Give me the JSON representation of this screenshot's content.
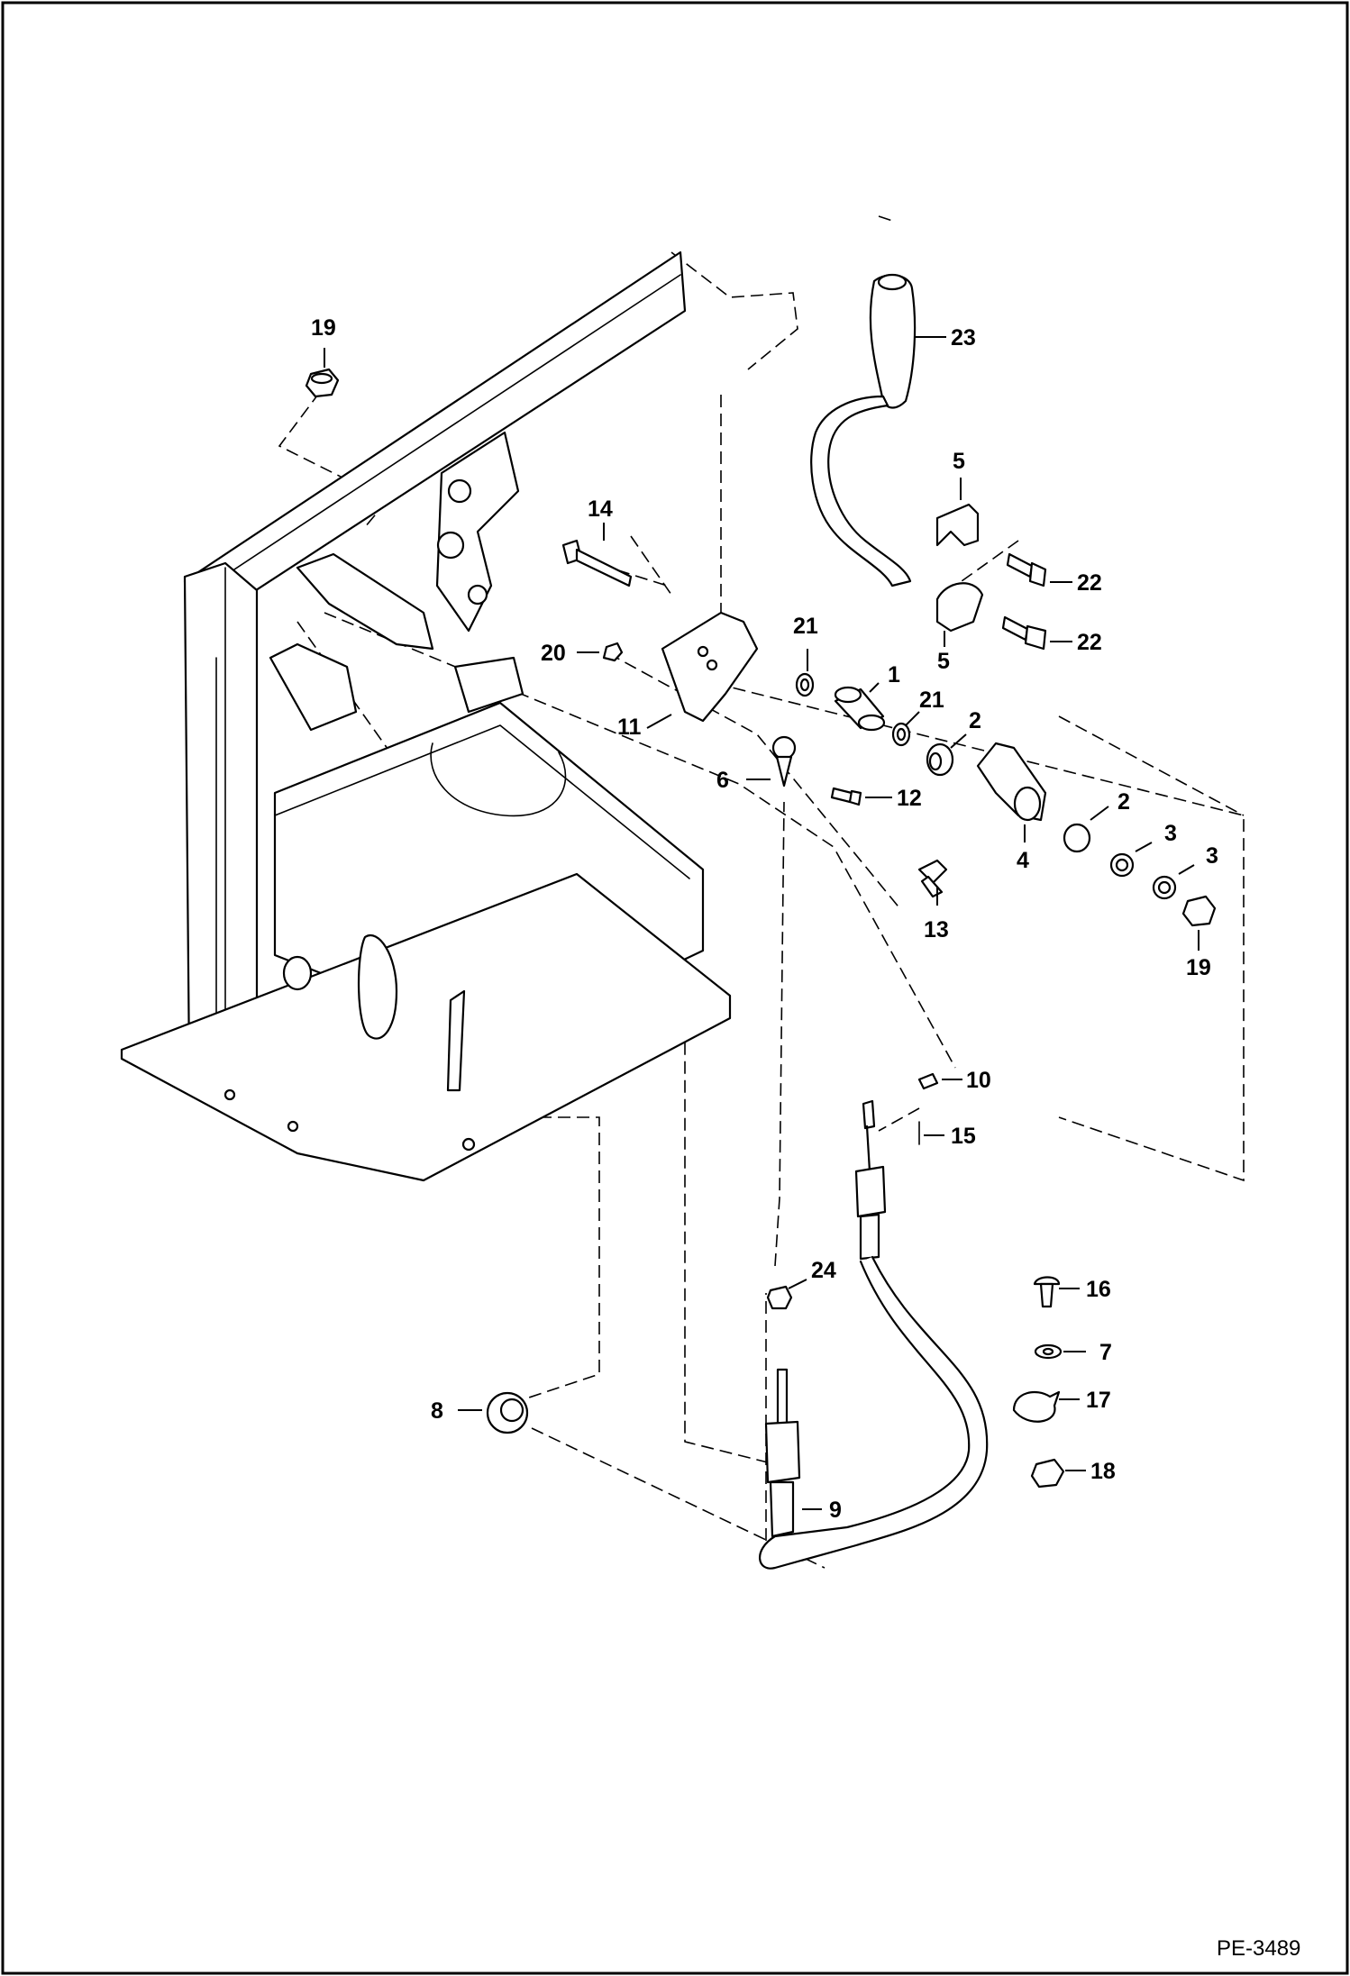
{
  "drawing": {
    "id_label": "PE-3489"
  },
  "callouts": [
    {
      "key": "c19a",
      "label": "19"
    },
    {
      "key": "c23",
      "label": "23"
    },
    {
      "key": "c14",
      "label": "14"
    },
    {
      "key": "c5a",
      "label": "5"
    },
    {
      "key": "c22a",
      "label": "22"
    },
    {
      "key": "c22b",
      "label": "22"
    },
    {
      "key": "c5b",
      "label": "5"
    },
    {
      "key": "c21a",
      "label": "21"
    },
    {
      "key": "c20",
      "label": "20"
    },
    {
      "key": "c1",
      "label": "1"
    },
    {
      "key": "c11",
      "label": "11"
    },
    {
      "key": "c21b",
      "label": "21"
    },
    {
      "key": "c2a",
      "label": "2"
    },
    {
      "key": "c6",
      "label": "6"
    },
    {
      "key": "c12",
      "label": "12"
    },
    {
      "key": "c2b",
      "label": "2"
    },
    {
      "key": "c4",
      "label": "4"
    },
    {
      "key": "c3a",
      "label": "3"
    },
    {
      "key": "c3b",
      "label": "3"
    },
    {
      "key": "c13",
      "label": "13"
    },
    {
      "key": "c19b",
      "label": "19"
    },
    {
      "key": "c10",
      "label": "10"
    },
    {
      "key": "c15",
      "label": "15"
    },
    {
      "key": "c24",
      "label": "24"
    },
    {
      "key": "c16",
      "label": "16"
    },
    {
      "key": "c7",
      "label": "7"
    },
    {
      "key": "c17",
      "label": "17"
    },
    {
      "key": "c8",
      "label": "8"
    },
    {
      "key": "c18",
      "label": "18"
    },
    {
      "key": "c9",
      "label": "9"
    }
  ]
}
